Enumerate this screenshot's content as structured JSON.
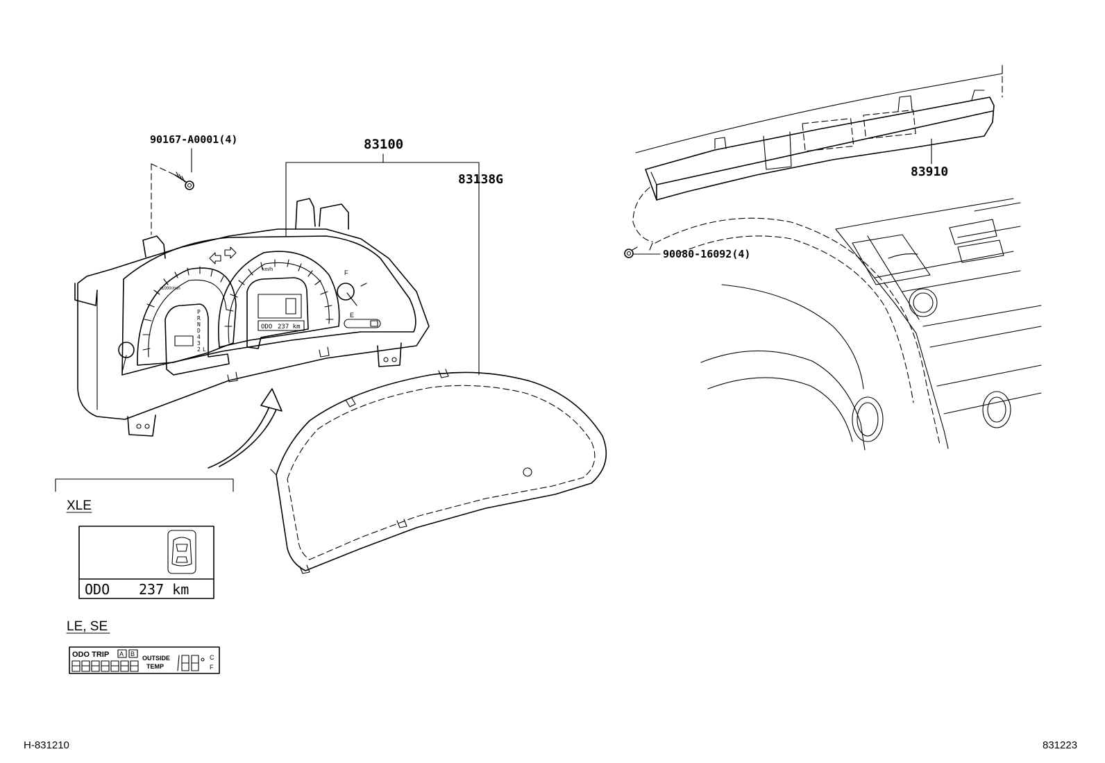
{
  "callouts": {
    "screw_top": "90167-A0001(4)",
    "meter_assy": "83100",
    "glass": "83138G",
    "display_clock": "83910",
    "screw_right": "90080-16092(4)"
  },
  "variants": {
    "xle_label": "XLE",
    "xle_odo_label": "ODO",
    "xle_odo_value": "237 km",
    "le_se_label": "LE, SE",
    "le_odo_label": "ODO TRIP",
    "le_trip_a": "A",
    "le_trip_b": "B",
    "le_outside": "OUTSIDE",
    "le_temp": "TEMP",
    "le_c": "C",
    "le_f": "F"
  },
  "gauges": {
    "tach_unit": "x1000r/min",
    "speed_unit": "km/h",
    "fuel_f": "F",
    "fuel_e": "E",
    "shift_positions": [
      "P",
      "R",
      "N",
      "D",
      "4",
      "3",
      "2",
      "L"
    ],
    "inner_odo": "ODO",
    "inner_odo_value": "237 km"
  },
  "footer": {
    "left_code": "H-831210",
    "right_code": "831223"
  }
}
